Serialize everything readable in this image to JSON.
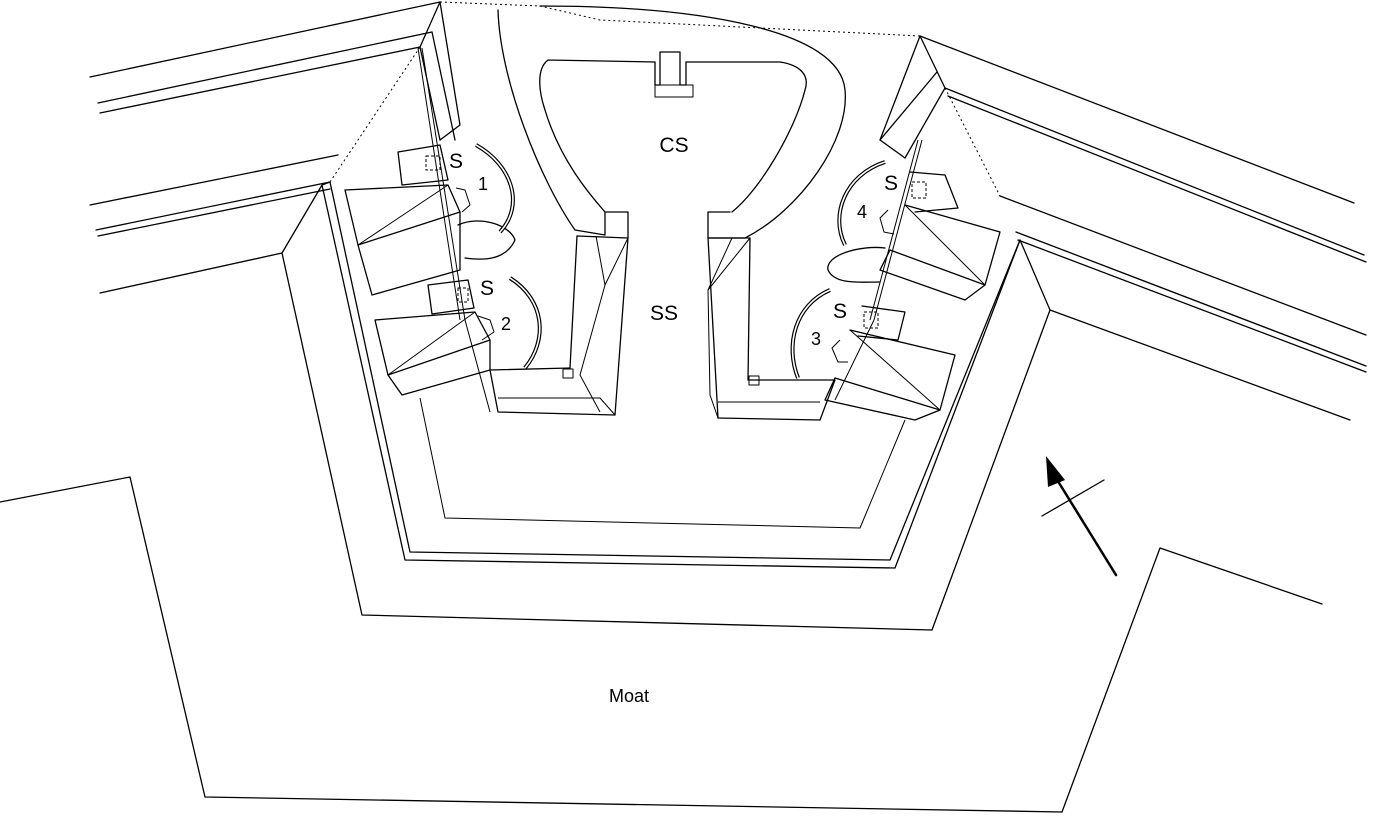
{
  "labels": {
    "cs": "CS",
    "ss": "SS",
    "moat": "Moat",
    "s1": "S",
    "s2": "S",
    "s3": "S",
    "s4": "S",
    "n1": "1",
    "n2": "2",
    "n3": "3",
    "n4": "4"
  },
  "colors": {
    "stroke": "#000000",
    "background": "#ffffff"
  }
}
